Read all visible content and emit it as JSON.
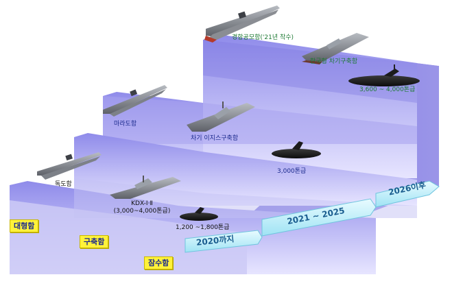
{
  "categories": {
    "large": "대형함",
    "destroyer": "구축함",
    "submarine": "잠수함"
  },
  "phases": [
    {
      "label": "2020까지"
    },
    {
      "label": "2021 ~ 2025"
    },
    {
      "label": "2026이후"
    }
  ],
  "ships": {
    "dokdo": "독도함",
    "kdx": "KDX-Ⅰ·Ⅱ",
    "kdx_tonnage": "(3,000~4,000톤급)",
    "sub_small": "1,200 ~1,800톤급",
    "marado": "마라도함",
    "aegis": "차기 이지스구축함",
    "sub_mid": "3,000톤급",
    "carrier": "경항공모함('21년 착수)",
    "kddx": "한국형 차기구축함",
    "sub_large": "3,600 ~ 4,000톤급"
  },
  "colors": {
    "step_top": "#a9a6ee",
    "step_face": "#b3b0f0",
    "arrow": "#c7f2fb",
    "arrow_text": "#1a5d8f",
    "category_bg": "#fff23a"
  }
}
